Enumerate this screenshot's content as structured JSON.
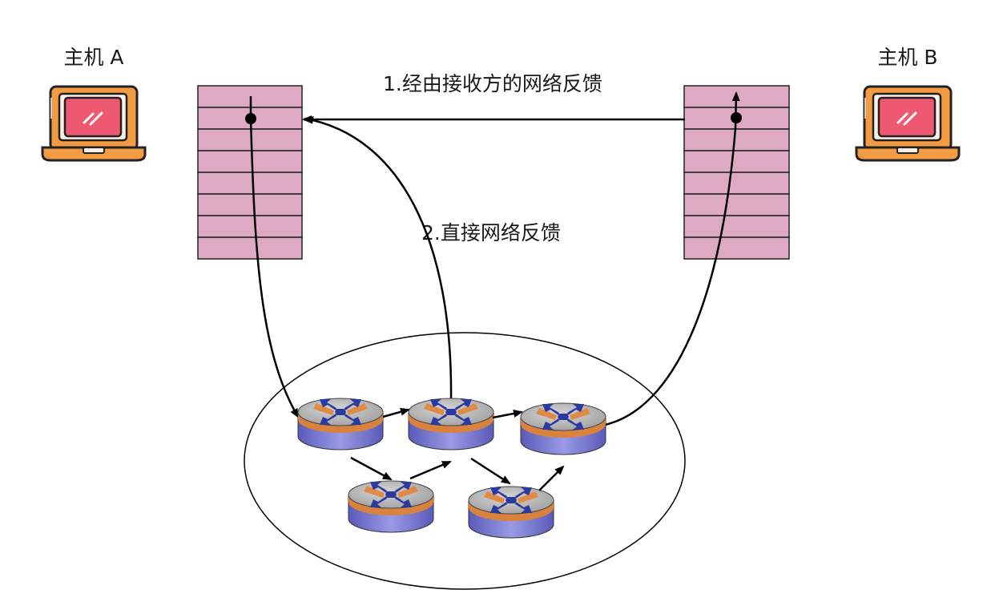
{
  "hosts": {
    "a": {
      "label": "主机 A"
    },
    "b": {
      "label": "主机 B"
    }
  },
  "feedback": {
    "receiver_path": "1.经由接收方的网络反馈",
    "direct_path": "2.直接网络反馈"
  },
  "colors": {
    "buffer_fill": "#dea9c3",
    "laptop_body": "#f39b43",
    "laptop_screen": "#ee5870",
    "router_top": "#b3b3b3",
    "router_side": "#7878cc",
    "router_band": "#d9823d",
    "router_cross": "#2b3a9e"
  },
  "icons": {
    "host": "laptop-icon",
    "router": "router-icon"
  }
}
